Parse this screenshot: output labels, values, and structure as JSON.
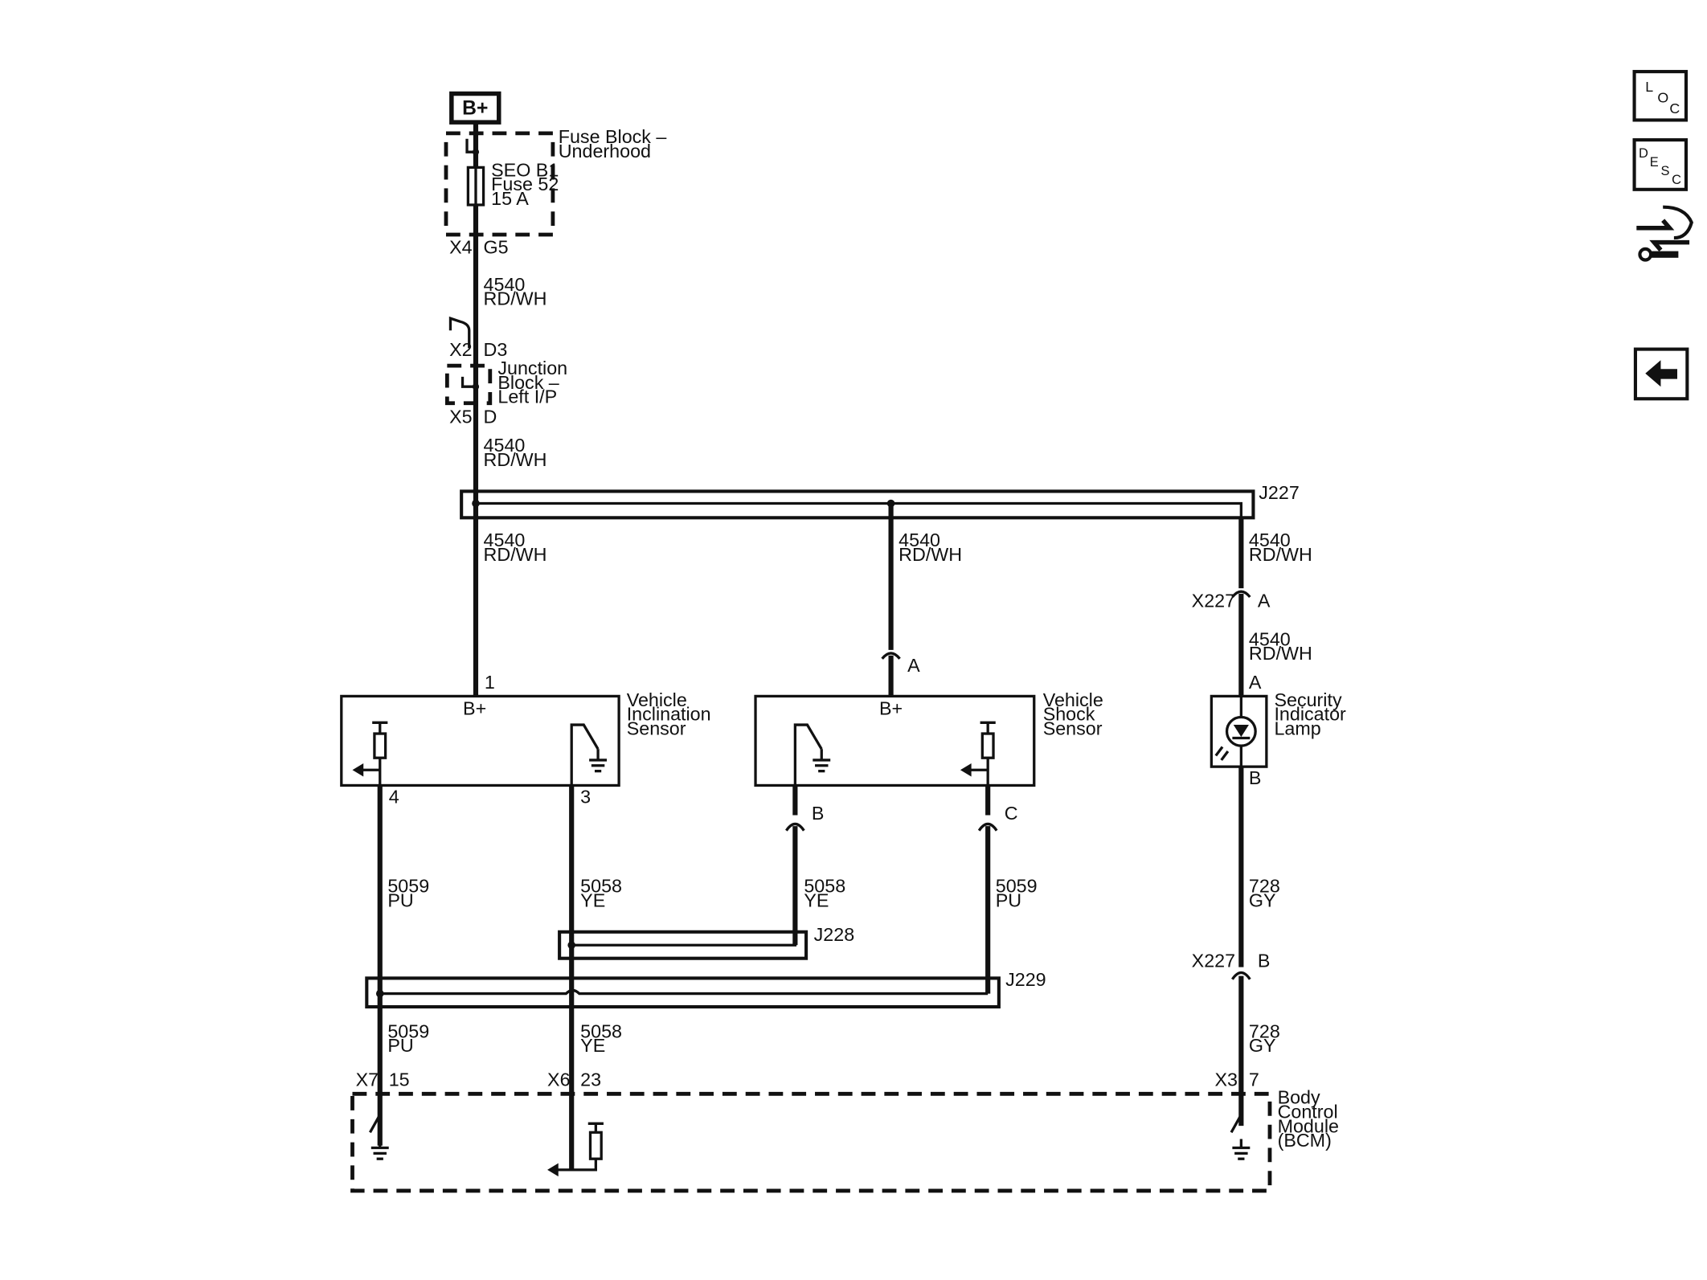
{
  "power": {
    "label": "B+"
  },
  "fuse_block": {
    "name": "Fuse Block –",
    "name2": "Underhood",
    "fuse_line1": "SEO B1",
    "fuse_line2": "Fuse 52",
    "fuse_line3": "15 A",
    "conn": "X4",
    "pin": "G5"
  },
  "wire_4540": {
    "circuit": "4540",
    "color": "RD/WH"
  },
  "junction_block": {
    "conn_in": "X2",
    "pin_in": "D3",
    "name1": "Junction",
    "name2": "Block –",
    "name3": "Left I/P",
    "conn_out": "X5",
    "pin_out": "D"
  },
  "splice_j227": "J227",
  "splice_j228": "J228",
  "splice_j229": "J229",
  "inclination_sensor": {
    "name1": "Vehicle",
    "name2": "Inclination",
    "name3": "Sensor",
    "bplus": "B+",
    "pin_bplus": "1",
    "pin_4": "4",
    "pin_3": "3"
  },
  "shock_sensor": {
    "name1": "Vehicle",
    "name2": "Shock",
    "name3": "Sensor",
    "bplus": "B+",
    "pin_a": "A",
    "pin_b": "B",
    "pin_c": "C"
  },
  "indicator_lamp": {
    "name1": "Security",
    "name2": "Indicator",
    "name3": "Lamp",
    "conn": "X227",
    "pin_a": "A",
    "pin_a2": "A",
    "pin_b": "B"
  },
  "wire_5059": {
    "circuit": "5059",
    "color": "PU"
  },
  "wire_5058": {
    "circuit": "5058",
    "color": "YE"
  },
  "wire_728": {
    "circuit": "728",
    "color": "GY",
    "conn": "X227",
    "pin": "B"
  },
  "bcm": {
    "name1": "Body",
    "name2": "Control",
    "name3": "Module",
    "name4": "(BCM)",
    "conn_x7": "X7",
    "pin_15": "15",
    "conn_x6": "X6",
    "pin_23": "23",
    "conn_x3": "X3",
    "pin_7": "7"
  },
  "nav": {
    "loc": {
      "l": "L",
      "o": "O",
      "c": "C"
    },
    "desc": {
      "d": "D",
      "e": "E",
      "s": "S",
      "c": "C"
    }
  }
}
